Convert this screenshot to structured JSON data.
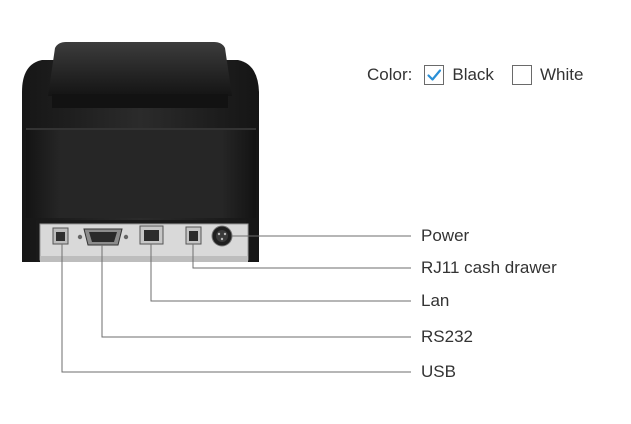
{
  "color_selector": {
    "label": "Color:",
    "options": [
      {
        "label": "Black",
        "checked": true
      },
      {
        "label": "White",
        "checked": false
      }
    ],
    "check_color": "#2a8fd6"
  },
  "ports": [
    {
      "label": "Power"
    },
    {
      "label": "RJ11 cash drawer"
    },
    {
      "label": "Lan"
    },
    {
      "label": "RS232"
    },
    {
      "label": "USB"
    }
  ],
  "printer": {
    "body_color": "#1e1e1e",
    "connector_color": "#b9b9b9"
  }
}
